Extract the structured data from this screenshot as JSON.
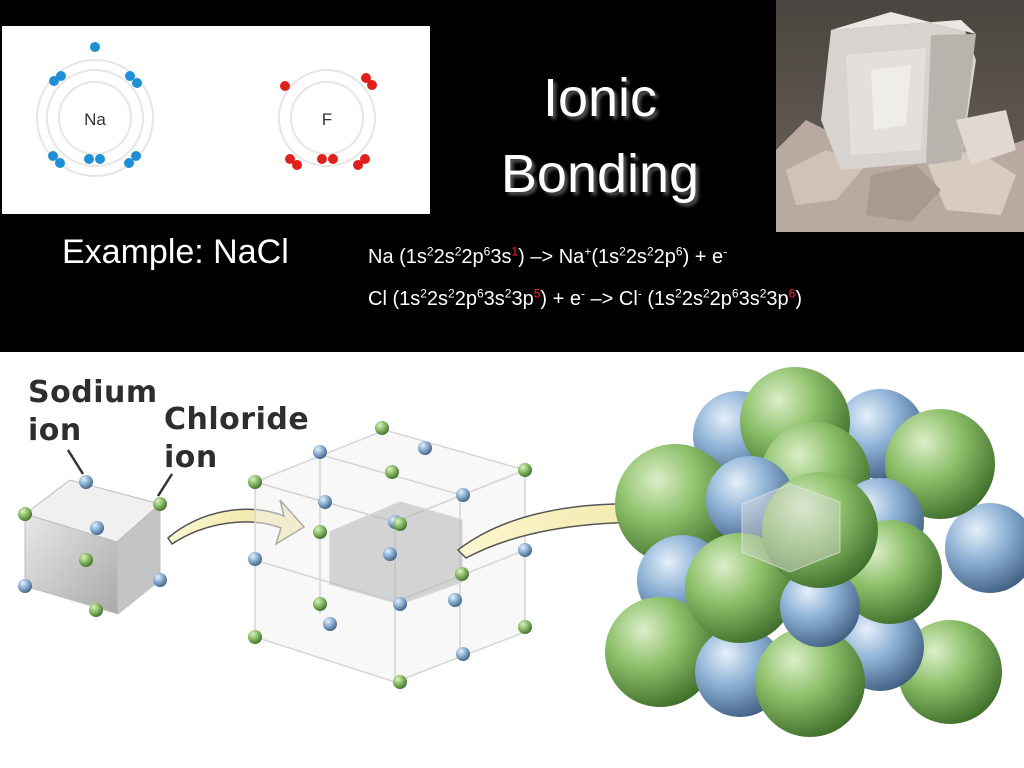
{
  "title": {
    "line1": "Ionic",
    "line2": "Bonding"
  },
  "atoms": {
    "sodium_symbol": "Na",
    "fluorine_symbol": "F"
  },
  "example": {
    "label": "Example: NaCl"
  },
  "equations": {
    "na": [
      {
        "t": "Na (1s"
      },
      {
        "s": "2"
      },
      {
        "t": "2s"
      },
      {
        "s": "2"
      },
      {
        "t": "2p"
      },
      {
        "s": "6"
      },
      {
        "t": "3s"
      },
      {
        "s": "1",
        "c": "red"
      },
      {
        "t": ") –> Na"
      },
      {
        "s": "+"
      },
      {
        "t": "(1s"
      },
      {
        "s": "2"
      },
      {
        "t": "2s"
      },
      {
        "s": "2"
      },
      {
        "t": "2p"
      },
      {
        "s": "6"
      },
      {
        "t": ") + e"
      },
      {
        "s": "-"
      }
    ],
    "cl": [
      {
        "t": "Cl (1s"
      },
      {
        "s": "2"
      },
      {
        "t": "2s"
      },
      {
        "s": "2"
      },
      {
        "t": "2p"
      },
      {
        "s": "6"
      },
      {
        "t": "3s"
      },
      {
        "s": "2"
      },
      {
        "t": "3p"
      },
      {
        "s": "5",
        "c": "red"
      },
      {
        "t": ") + e"
      },
      {
        "s": "-"
      },
      {
        "t": " –> Cl"
      },
      {
        "s": "-"
      },
      {
        "t": " (1s"
      },
      {
        "s": "2"
      },
      {
        "t": "2s"
      },
      {
        "s": "2"
      },
      {
        "t": "2p"
      },
      {
        "s": "6"
      },
      {
        "t": "3s"
      },
      {
        "s": "2"
      },
      {
        "t": "3p"
      },
      {
        "s": "6",
        "c": "red"
      },
      {
        "t": ")"
      }
    ]
  },
  "lattice_labels": {
    "sodium_line1": "Sodium",
    "sodium_line2": "ion",
    "chloride_line1": "Chloride",
    "chloride_line2": "ion"
  },
  "colors": {
    "sodium_electron": "#1f8fd6",
    "fluorine_electron": "#e0201c",
    "sodium_ion": "#8db4d8",
    "chloride_ion": "#93c57a",
    "arrow_fill": "#f6efb8"
  }
}
